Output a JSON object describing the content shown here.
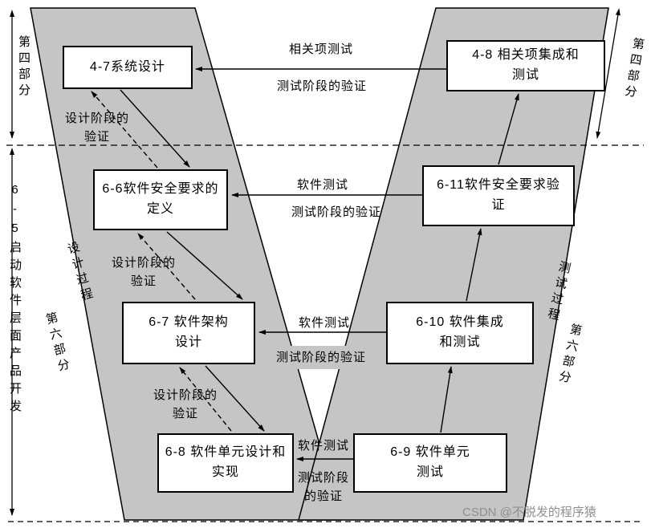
{
  "colors": {
    "band": "#c5c5c5",
    "wm": "#8f8f8f"
  },
  "boxes": [
    {
      "label": "4-7系统设计"
    },
    {
      "label": "4-8 相关项集成和\n测试"
    },
    {
      "label": "6-6软件安全要求的\n定义"
    },
    {
      "label": "6-11软件安全要求验\n证"
    },
    {
      "label": "6-7 软件架构\n设计"
    },
    {
      "label": "6-10 软件集成\n和测试"
    },
    {
      "label": "6-8 软件单元设计和\n实现"
    },
    {
      "label": "6-9 软件单元\n测试"
    }
  ],
  "links": {
    "related_item_test": "相关项测试",
    "software_test": "软件测试",
    "test_phase_verification": "测试阶段的验证",
    "test_phase_verification_wrapped": "测试阶段\n的验证",
    "design_phase_verification": "设计阶段的\n验证"
  },
  "sides": {
    "part4_left": "第四部分",
    "part4_right": "第四部分",
    "part6_left": "第六部分",
    "part6_right": "第六部分",
    "design_process": "设计过程",
    "test_process": "测试过程",
    "software_product_dev": "6-5启动软件层面产品开发"
  },
  "watermark": "CSDN @不脱发的程序猿"
}
